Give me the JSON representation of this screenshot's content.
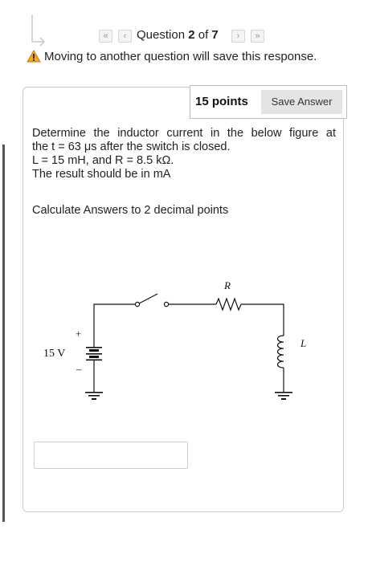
{
  "nav": {
    "first_icon": "«",
    "prev_icon": "‹",
    "next_icon": "›",
    "last_icon": "»",
    "question_word": "Question ",
    "current": "2",
    "of_word": " of ",
    "total": "7"
  },
  "warning": {
    "text": "Moving to another question will save this response."
  },
  "question": {
    "points": "15 points",
    "save_label": "Save Answer",
    "line1": "Determine the inductor current in the below figure at",
    "line2": "the t = 63 μs after the switch is closed.",
    "line3": "L = 15 mH, and R = 8.5 kΩ.",
    "line4": "The result should be in mA",
    "calc_note": "Calculate Answers to 2 decimal points"
  },
  "circuit": {
    "resistor_label": "R",
    "inductor_label": "L",
    "source_label": "15 V",
    "plus_sign": "+",
    "minus_sign": "–"
  },
  "answer": {
    "value": "",
    "placeholder": ""
  },
  "colors": {
    "warning": "#f5a623",
    "card_border": "#c9c9c9",
    "button_bg": "#e4e4e4"
  }
}
